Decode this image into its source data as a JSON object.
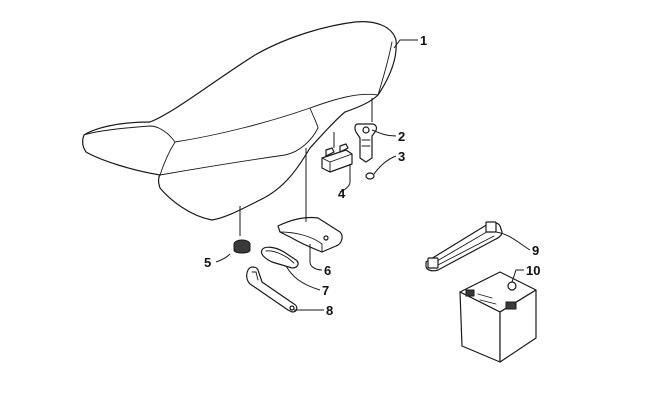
{
  "diagram": {
    "callouts": [
      {
        "id": "seat",
        "label": "1"
      },
      {
        "id": "latch",
        "label": "2"
      },
      {
        "id": "nut",
        "label": "3"
      },
      {
        "id": "bracket",
        "label": "4"
      },
      {
        "id": "grommet",
        "label": "5"
      },
      {
        "id": "cover",
        "label": "6"
      },
      {
        "id": "seal",
        "label": "7"
      },
      {
        "id": "wrench",
        "label": "8"
      },
      {
        "id": "strap",
        "label": "9"
      },
      {
        "id": "battery",
        "label": "10"
      }
    ]
  }
}
